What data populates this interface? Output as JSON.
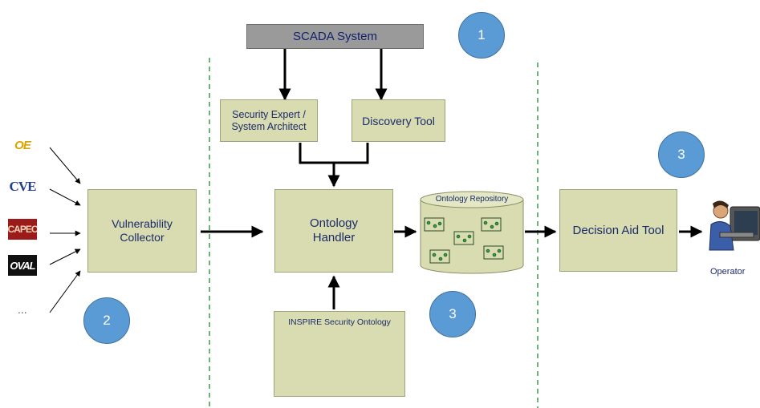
{
  "nodes": {
    "scada": "SCADA System",
    "security_expert": "Security Expert / System Architect",
    "discovery_tool": "Discovery Tool",
    "vulnerability_collector": "Vulnerability Collector",
    "ontology_handler": "Ontology Handler",
    "ontology_repository": "Ontology Repository",
    "security_ontology": "INSPIRE Security Ontology",
    "decision_aid_tool": "Decision Aid Tool",
    "operator": "Operator"
  },
  "markers": {
    "m1": "1",
    "m2": "2",
    "m3a": "3",
    "m3b": "3"
  },
  "sources": {
    "oe": "OE",
    "cve": "CVE",
    "capec": "CAPEC",
    "oval": "OVAL",
    "more": "..."
  },
  "colors": {
    "box_fill": "#d8dcb0",
    "scada_fill": "#9a9a9a",
    "marker_fill": "#5b9bd5",
    "divider": "#3c9a4a",
    "text": "#1b2a6b"
  }
}
